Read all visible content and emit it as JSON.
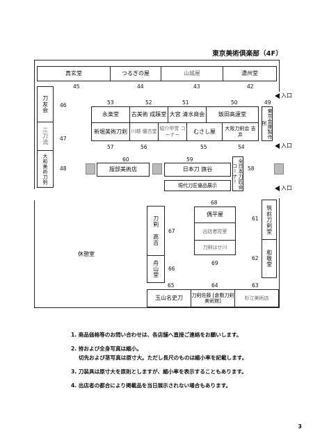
{
  "header": {
    "title": "東京美術倶楽部（4F）"
  },
  "booths": {
    "b45": {
      "name": "真玄堂",
      "no": "45"
    },
    "b44": {
      "name": "つるぎの屋",
      "no": "44"
    },
    "b43": {
      "name": "山城屋",
      "no": "43"
    },
    "b42": {
      "name": "濃州堂",
      "no": "42"
    },
    "b46": {
      "name": "刀友会",
      "no": "46"
    },
    "b47": {
      "name": "三刀流",
      "no": "47"
    },
    "b48": {
      "name": "大和美術刀剣",
      "no": "48"
    },
    "b53": {
      "name": "永楽堂",
      "no": "53"
    },
    "b52": {
      "name": "古美術 成蹊堂",
      "no": "52"
    },
    "b51": {
      "name": "大宮 清水商会",
      "no": "51"
    },
    "b50": {
      "name": "飯田高遠堂",
      "no": "50"
    },
    "b49": {
      "name": "東京金庫製作所",
      "no": "49"
    },
    "b57": {
      "name": "新堀美術刀剣",
      "no": "57"
    },
    "b56": {
      "name": "川越 優古堂",
      "no": "56"
    },
    "b56b": {
      "name": "紹介甲冑 コーナー"
    },
    "b55": {
      "name": "むさし屋",
      "no": "55"
    },
    "b54": {
      "name": "大阪刀剣会 吉井",
      "no": "54"
    },
    "b60": {
      "name": "服部美術店",
      "no": "60"
    },
    "b59": {
      "name": "日本刀 旗谷",
      "no": "59"
    },
    "b58": {
      "name": "全日本刀匠会 コーナー",
      "no": "58"
    },
    "b58b": {
      "name": "現代刀匠優品展示"
    },
    "b68": {
      "name": "偶平屋",
      "no": "68"
    },
    "b68b": {
      "name": "出店者控室"
    },
    "b69": {
      "name": "刀剣はせ川",
      "no": "69"
    },
    "b61": {
      "name": "筑前刀剣堂",
      "no": "61"
    },
    "b62": {
      "name": "和敬堂",
      "no": "62"
    },
    "b67": {
      "name": "刀剣 高吉",
      "no": "67"
    },
    "b66": {
      "name": "舟山堂",
      "no": "66"
    },
    "b65": {
      "name": "玉山名史刀",
      "no": "65"
    },
    "b64": {
      "name": "刀剣佐藤 [倉敷刀剣美術館]",
      "no": "64"
    },
    "b63": {
      "name": "杉江美術店",
      "no": "63"
    }
  },
  "rest_area": "休憩室",
  "entrance": {
    "label": "入口"
  },
  "notes": [
    {
      "l1": "1. 商品価格等のお問い合わせは、各店舗へ直接ご連絡をお願いします。",
      "l2": ""
    },
    {
      "l1": "2. 拵および全身写真は縮小。",
      "l2": "切先および茎写真は原寸大。ただし長尺のものは縮小率を記載します。"
    },
    {
      "l1": "3. 刀装具は原寸大を原則としますが、縮小率を表示することもあります。",
      "l2": ""
    },
    {
      "l1": "4. 出店者の都合により掲載品を当日展示されない場合もあります。",
      "l2": ""
    }
  ],
  "page_number": "3"
}
